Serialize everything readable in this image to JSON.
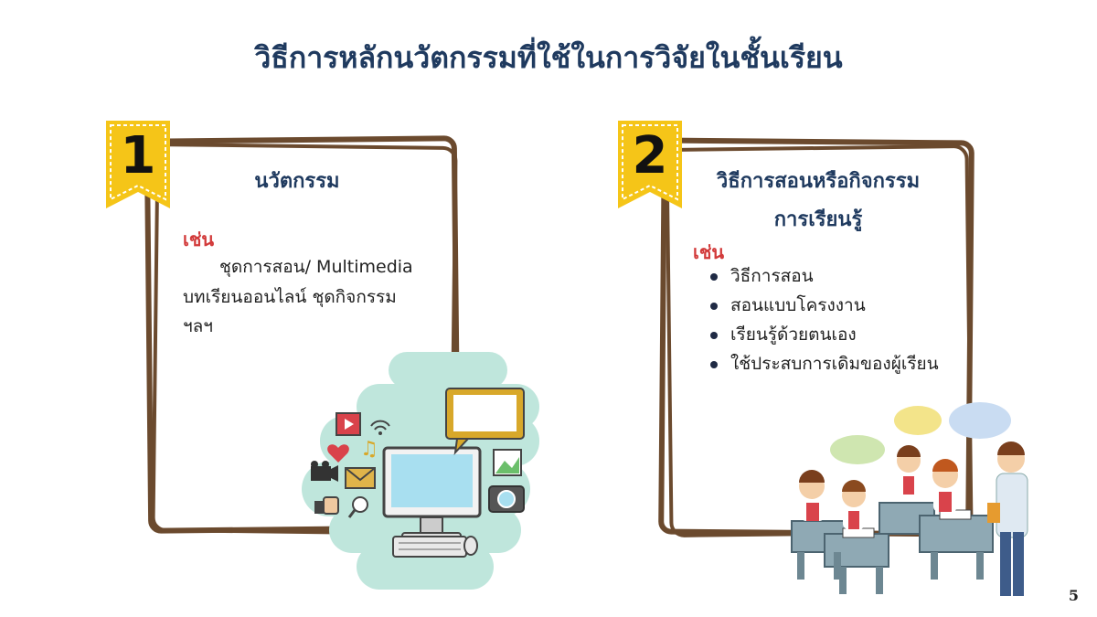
{
  "slide": {
    "title": "วิธีการหลักนวัตกรรมที่ใช้ในการวิจัยในชั้นเรียน",
    "page_number": "5"
  },
  "card1": {
    "number": "1",
    "heading": "นวัตกรรม",
    "example_label": "เช่น",
    "lines": [
      "ชุดการสอน/ Multimedia",
      "บทเรียนออนไลน์ ชุดกิจกรรม",
      "ฯลฯ"
    ]
  },
  "card2": {
    "number": "2",
    "heading_line1": "วิธีการสอนหรือกิจกรรม",
    "heading_line2": "การเรียนรู้",
    "example_label": "เช่น",
    "bullets": [
      "วิธีการสอน",
      "สอนแบบโครงงาน",
      "เรียนรู้ด้วยตนเอง",
      "ใช้ประสบการเดิมของผู้เรียน"
    ]
  },
  "colors": {
    "title": "#1f3a5f",
    "frame": "#6b4a2e",
    "ribbon": "#f5c518",
    "example_label": "#d23a3a",
    "illustration_bg": "#bfe6dc"
  }
}
